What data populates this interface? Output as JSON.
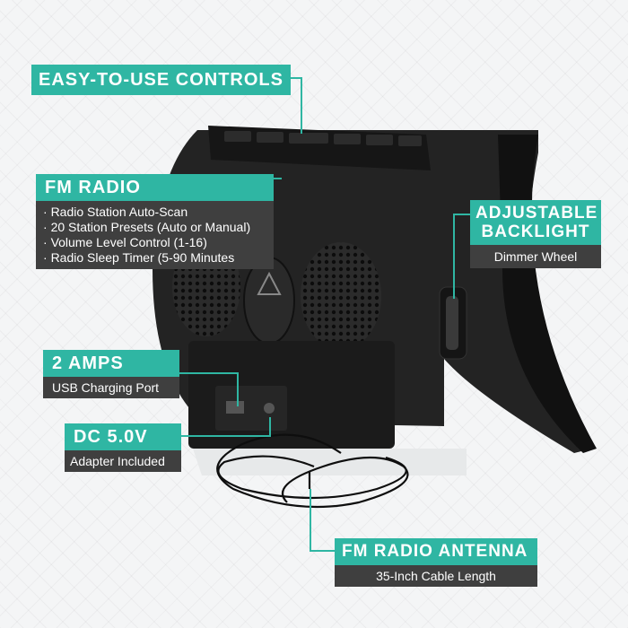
{
  "callouts": {
    "controls": {
      "title": "EASY-TO-USE CONTROLS"
    },
    "radio": {
      "title": "FM RADIO",
      "features": [
        "Radio Station Auto-Scan",
        "20 Station Presets (Auto or Manual)",
        "Volume Level Control (1-16)",
        "Radio Sleep Timer (5-90 Minutes"
      ]
    },
    "backlight": {
      "title_line1": "ADJUSTABLE",
      "title_line2": "BACKLIGHT",
      "subtitle": "Dimmer Wheel"
    },
    "usb": {
      "title": "2 AMPS",
      "subtitle": "USB Charging Port"
    },
    "dc": {
      "title": "DC 5.0V",
      "subtitle": "Adapter Included"
    },
    "antenna": {
      "title": "FM RADIO ANTENNA",
      "subtitle": "35-Inch Cable Length"
    }
  },
  "colors": {
    "accent": "#2fb6a3",
    "label_dark": "#3f3f3f",
    "device": "#1f1f1f"
  }
}
